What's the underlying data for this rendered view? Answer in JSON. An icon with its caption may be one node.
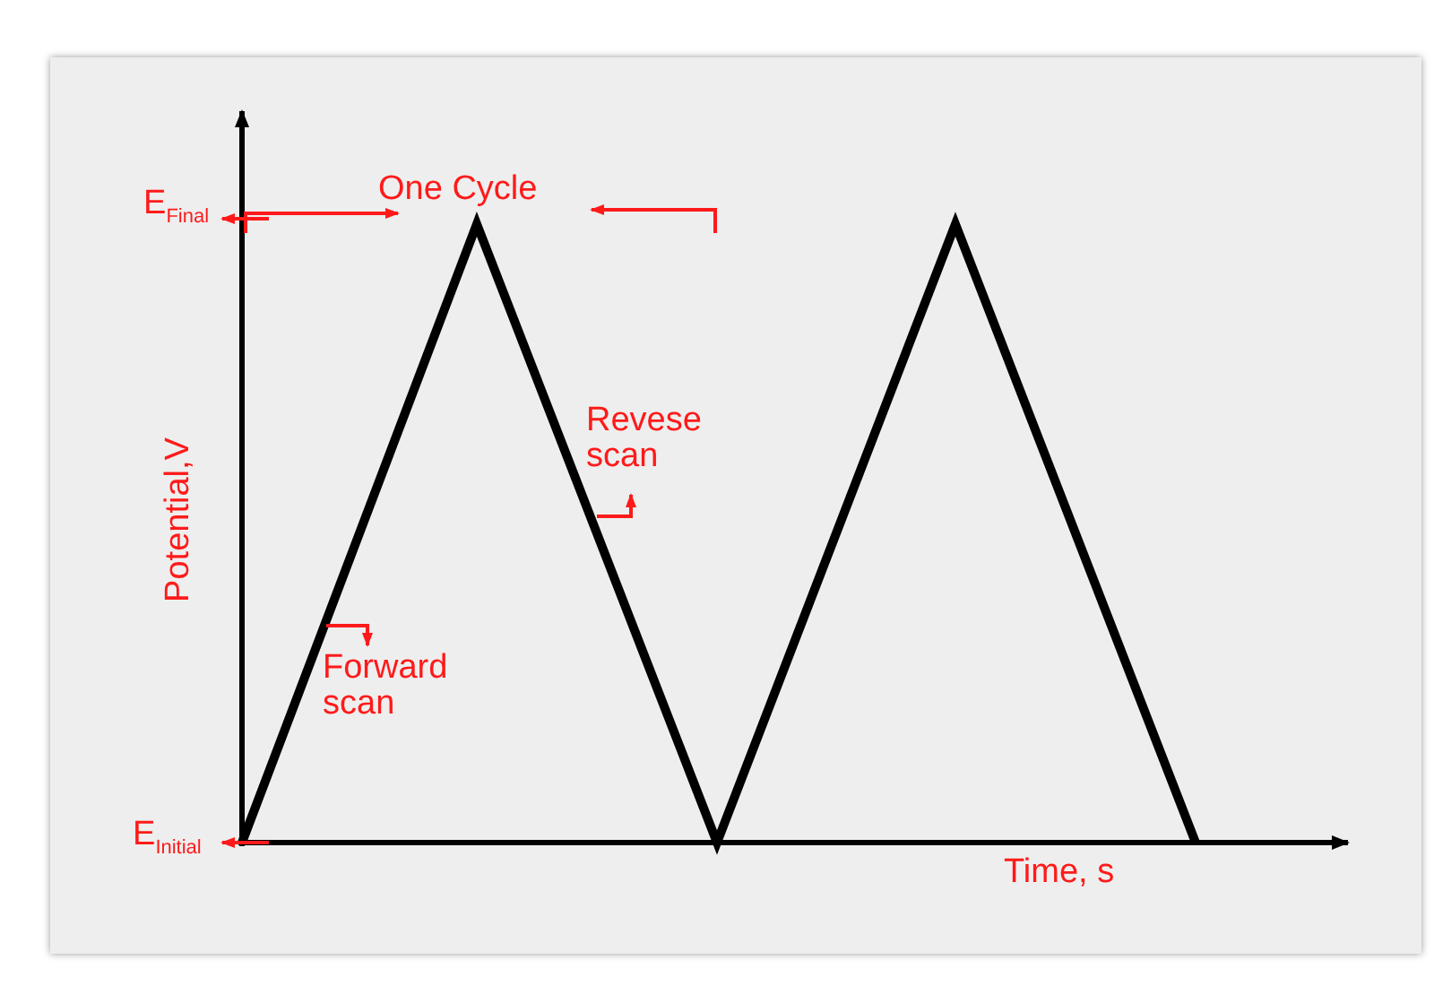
{
  "diagram": {
    "labels": [
      "E$_{Final}$",
      "One Cycle",
      "Revese scan",
      "Potential,V",
      "Forward scan",
      "E$_{Initial}$",
      "Time, s"
    ]
  }
}
